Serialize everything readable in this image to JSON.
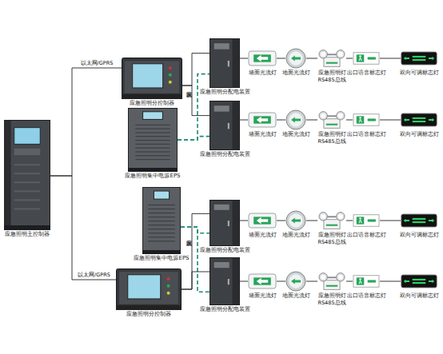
{
  "diagram": {
    "nodes": [
      {
        "text": [
          "应急照明主控制器"
        ]
      },
      {
        "text": [
          "应急照明分控制器"
        ]
      },
      {
        "text": [
          "应急照明集中电源EPS"
        ]
      },
      {
        "text": [
          "应急照明分配电装置"
        ]
      },
      {
        "text": [
          "墙面光流灯"
        ]
      },
      {
        "text": [
          "地面光流灯"
        ]
      },
      {
        "text": [
          "应急照明灯"
        ]
      },
      {
        "text": [
          "出口语音标志灯"
        ]
      },
      {
        "text": [
          "双向可调标志灯"
        ]
      },
      {
        "text": [
          "应急照明分配电装置"
        ]
      },
      {
        "text": [
          "墙面光流灯"
        ]
      },
      {
        "text": [
          "地面光流灯"
        ]
      },
      {
        "text": [
          "应急照明灯"
        ]
      },
      {
        "text": [
          "出口语音标志灯"
        ]
      },
      {
        "text": [
          "双向可调标志灯"
        ]
      },
      {
        "text": [
          "应急照明集中电源EPS"
        ]
      },
      {
        "text": [
          "应急照明分控制器"
        ]
      },
      {
        "text": [
          "应急照明分配电装置"
        ]
      },
      {
        "text": [
          "墙面光流灯"
        ]
      },
      {
        "text": [
          "地面光流灯"
        ]
      },
      {
        "text": [
          "应急照明灯"
        ]
      },
      {
        "text": [
          "出口语音标志灯"
        ]
      },
      {
        "text": [
          "双向可调标志灯"
        ]
      },
      {
        "text": [
          "应急照明分配电装置"
        ]
      },
      {
        "text": [
          "墙面光流灯"
        ]
      },
      {
        "text": [
          "地面光流灯"
        ]
      },
      {
        "text": [
          "应急照明灯"
        ]
      },
      {
        "text": [
          "出口语音标志灯"
        ]
      },
      {
        "text": [
          "双向可调标志灯"
        ]
      }
    ],
    "edges": [
      {
        "from": 0,
        "to": 1,
        "label": "以太网/GPRS",
        "arrow": "none"
      },
      {
        "from": 0,
        "to": 16,
        "label": "以太网/GPRS",
        "arrow": "none"
      },
      {
        "from": 1,
        "to": 3,
        "arrow": "none"
      },
      {
        "from": 1,
        "to": 9,
        "arrow": "none"
      },
      {
        "from": 2,
        "to": 3,
        "arrow": "none"
      },
      {
        "from": 2,
        "to": 9,
        "arrow": "none"
      },
      {
        "from": 3,
        "to": 4,
        "arrow": "none"
      },
      {
        "from": 4,
        "to": 5,
        "arrow": "none"
      },
      {
        "from": 5,
        "to": 6,
        "arrow": "none"
      },
      {
        "from": 6,
        "to": 7,
        "arrow": "none"
      },
      {
        "from": 7,
        "to": 8,
        "arrow": "none"
      },
      {
        "from": 9,
        "to": 10,
        "arrow": "none"
      },
      {
        "from": 10,
        "to": 11,
        "arrow": "none"
      },
      {
        "from": 11,
        "to": 12,
        "arrow": "none"
      },
      {
        "from": 12,
        "to": 13,
        "arrow": "none"
      },
      {
        "from": 13,
        "to": 14,
        "arrow": "none"
      },
      {
        "from": 15,
        "to": 17,
        "arrow": "none"
      },
      {
        "from": 15,
        "to": 23,
        "arrow": "none"
      },
      {
        "from": 16,
        "to": 17,
        "arrow": "none"
      },
      {
        "from": 16,
        "to": 23,
        "arrow": "none"
      },
      {
        "from": 17,
        "to": 18,
        "arrow": "none"
      },
      {
        "from": 18,
        "to": 19,
        "arrow": "none"
      },
      {
        "from": 19,
        "to": 20,
        "arrow": "none"
      },
      {
        "from": 20,
        "to": 21,
        "arrow": "none"
      },
      {
        "from": 21,
        "to": 22,
        "arrow": "none"
      },
      {
        "from": 23,
        "to": 24,
        "arrow": "none"
      },
      {
        "from": 24,
        "to": 25,
        "arrow": "none"
      },
      {
        "from": 25,
        "to": 26,
        "arrow": "none"
      },
      {
        "from": 26,
        "to": 27,
        "arrow": "none"
      },
      {
        "from": 27,
        "to": 28,
        "arrow": "none"
      }
    ],
    "labels": [
      "RS485总线",
      "以太网",
      "RS485总线",
      "以太网",
      "RS485总线",
      "RS485总线"
    ]
  }
}
